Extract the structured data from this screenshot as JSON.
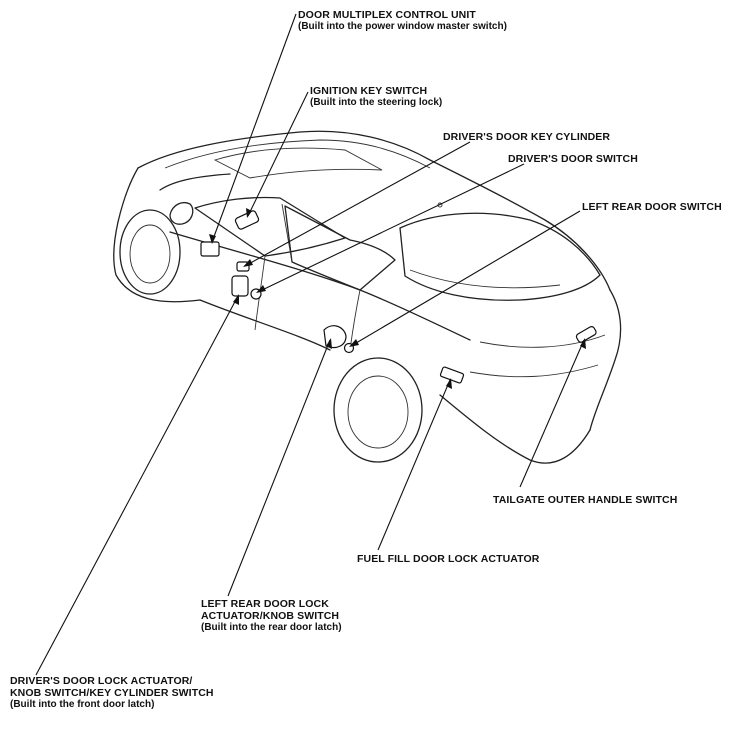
{
  "labels": {
    "door_mux": {
      "title": "DOOR MULTIPLEX CONTROL UNIT",
      "sub": "(Built into the power window master switch)"
    },
    "ignition": {
      "title": "IGNITION KEY SWITCH",
      "sub": "(Built into the steering lock)"
    },
    "key_cylinder": {
      "title": "DRIVER'S DOOR KEY CYLINDER"
    },
    "door_switch": {
      "title": "DRIVER'S DOOR SWITCH"
    },
    "left_rear_switch": {
      "title": "LEFT REAR DOOR SWITCH"
    },
    "tailgate": {
      "title": "TAILGATE OUTER HANDLE SWITCH"
    },
    "fuel_fill": {
      "title": "FUEL FILL DOOR LOCK ACTUATOR"
    },
    "left_rear_lock": {
      "line1": "LEFT REAR DOOR LOCK",
      "line2": "ACTUATOR/KNOB SWITCH",
      "sub": "(Built into the rear door latch)"
    },
    "driver_lock": {
      "line1": "DRIVER'S DOOR LOCK ACTUATOR/",
      "line2": "KNOB SWITCH/KEY CYLINDER SWITCH",
      "sub": "(Built into the front door latch)"
    }
  }
}
